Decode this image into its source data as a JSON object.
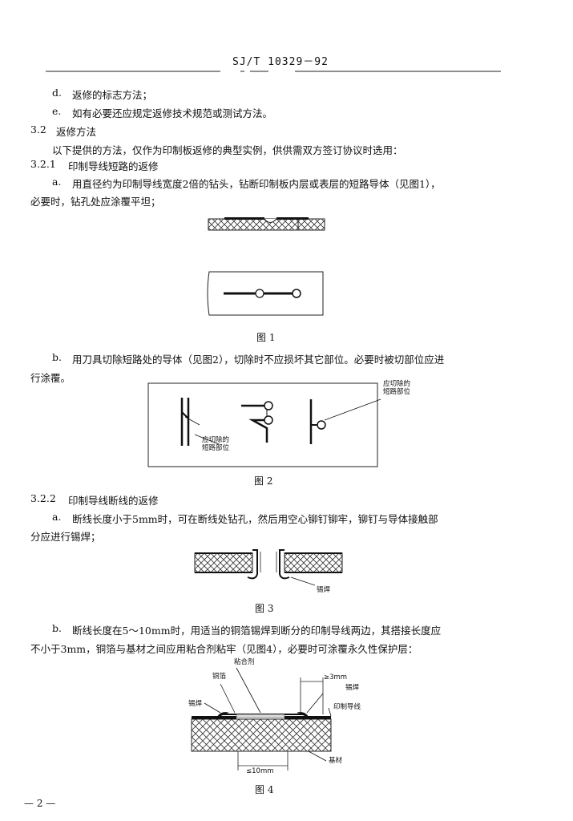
{
  "header": {
    "code": "SJ/T 10329－92"
  },
  "items": {
    "d": {
      "label": "d.",
      "text": "返修的标志方法；"
    },
    "e": {
      "label": "e.",
      "text": "如有必要还应规定返修技术规范或测试方法。"
    }
  },
  "section_3_2": {
    "number": "3.2",
    "title": "返修方法",
    "intro": "以下提供的方法，仅作为印制板返修的典型实例，供供需双方签订协议时选用："
  },
  "section_3_2_1": {
    "number": "3.2.1",
    "title": "印制导线短路的返修",
    "a_label": "a.",
    "a_line1": "用直径约为印制导线宽度2倍的钻头，钻断印制板内层或表层的短路导体（见图1），",
    "a_line2": "必要时，钻孔处应涂覆平坦；",
    "b_label": "b.",
    "b_line1": "用刀具切除短路处的导体（见图2），切除时不应损坏其它部位。必要时被切部位应进",
    "b_line2": "行涂覆。"
  },
  "section_3_2_2": {
    "number": "3.2.2",
    "title": "印制导线断线的返修",
    "a_label": "a.",
    "a_line1": "断线长度小于5mm时，可在断线处钻孔，然后用空心铆钉铆牢，铆钉与导体接触部",
    "a_line2": "分应进行锡焊；",
    "b_label": "b.",
    "b_line1": "断线长度在5～10mm时，用适当的铜箔锡焊到断分的印制导线两边，其搭接长度应",
    "b_line2": "不小于3mm，铜箔与基材之间应用粘合剂粘牢（见图4），必要时可涂覆永久性保护层："
  },
  "figures": {
    "fig1": {
      "caption": "图 1"
    },
    "fig2": {
      "caption": "图 2",
      "label_right_1": "应切除的",
      "label_right_2": "短路部位",
      "label_left_1": "应切除的",
      "label_left_2": "短路部位"
    },
    "fig3": {
      "caption": "图 3",
      "label_solder": "锡焊"
    },
    "fig4": {
      "caption": "图 4",
      "label_adhesive": "粘合剂",
      "label_copper_foil": "铜箔",
      "label_overlap": "≥3mm",
      "label_solder_left": "锡焊",
      "label_solder_right": "锡焊",
      "label_conductor": "印制导线",
      "label_substrate": "基材",
      "label_length": "≤10mm"
    }
  },
  "footer": {
    "page_number": "— 2 —"
  }
}
